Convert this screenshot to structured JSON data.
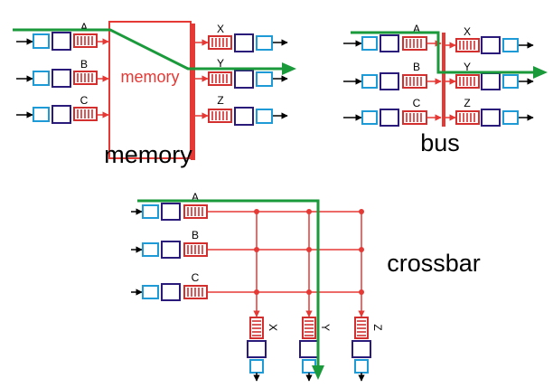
{
  "colors": {
    "port_outer": "#1e9ad6",
    "port_inner": "#2a1a7a",
    "queue": "#d32f2f",
    "fabric": "#e53935",
    "path": "#1a9a3a",
    "arrow": "#000000"
  },
  "memory_panel": {
    "caption": "memory",
    "box_label": "memory",
    "inputs": [
      "A",
      "B",
      "C"
    ],
    "outputs": [
      "X",
      "Y",
      "Z"
    ]
  },
  "bus_panel": {
    "caption": "bus",
    "inputs": [
      "A",
      "B",
      "C"
    ],
    "outputs": [
      "X",
      "Y",
      "Z"
    ]
  },
  "crossbar_panel": {
    "caption": "crossbar",
    "inputs": [
      "A",
      "B",
      "C"
    ],
    "outputs": [
      "X",
      "Y",
      "Z"
    ]
  }
}
